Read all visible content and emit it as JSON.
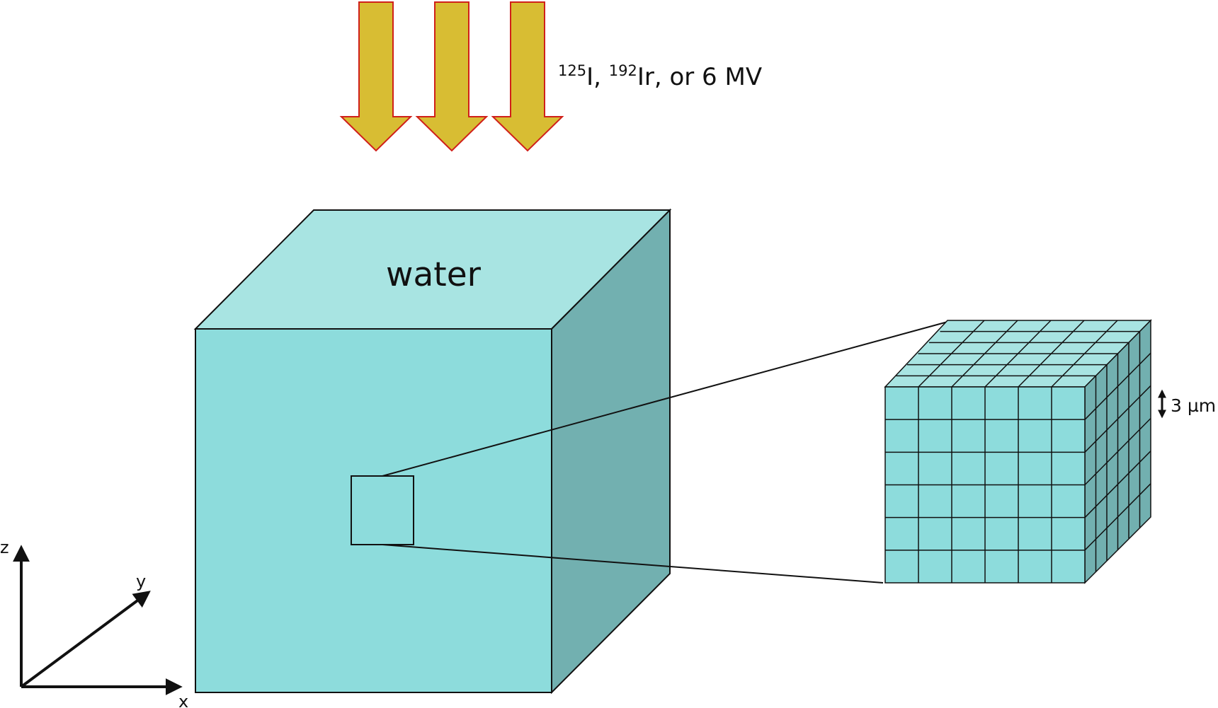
{
  "source": {
    "isotope1_mass": "125",
    "isotope1_symbol": "I, ",
    "isotope2_mass": "192",
    "isotope2_symbol": "Ir, or 6 MV"
  },
  "phantom": {
    "material_label": "water"
  },
  "voxel_grid": {
    "size_label": "3 µm",
    "divisions": 6
  },
  "axes": {
    "x_label": "x",
    "y_label": "y",
    "z_label": "z"
  },
  "colors": {
    "beam_fill": "#d8bd33",
    "beam_stroke": "#d0201a",
    "cube_front": "#8ddcdc",
    "cube_top": "#a8e4e2",
    "cube_side": "#72b0b0",
    "line": "#111111"
  }
}
